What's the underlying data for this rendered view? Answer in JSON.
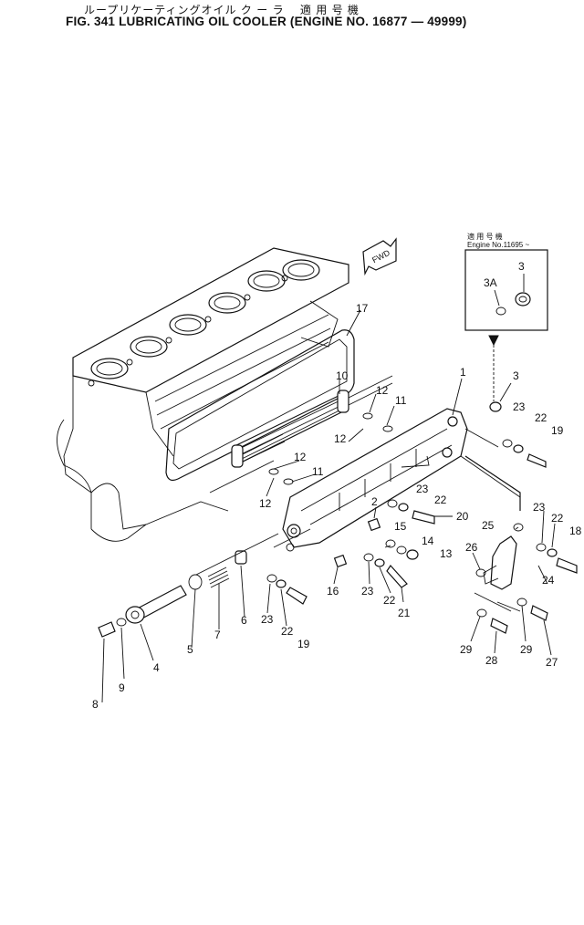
{
  "header": {
    "japanese_title": "ループリケーティングオイル ク ー ラ　 適 用 号 機",
    "title": "FIG. 341  LUBRICATING OIL COOLER (ENGINE NO. 16877 — 49999)"
  },
  "fwd_label": "FWD",
  "inset": {
    "heading_jp": "適 用 号 機",
    "heading_en": "Engine No.11695 ~"
  },
  "part_labels": [
    "17",
    "10",
    "12",
    "11",
    "12",
    "1",
    "12",
    "11",
    "12",
    "3",
    "3",
    "3A",
    "23",
    "22",
    "19",
    "23",
    "22",
    "2",
    "20",
    "15",
    "14",
    "13",
    "25",
    "23",
    "22",
    "18",
    "26",
    "24",
    "16",
    "23",
    "22",
    "21",
    "4",
    "5",
    "6",
    "7",
    "23",
    "22",
    "19",
    "8",
    "9",
    "29",
    "28",
    "29",
    "27"
  ]
}
